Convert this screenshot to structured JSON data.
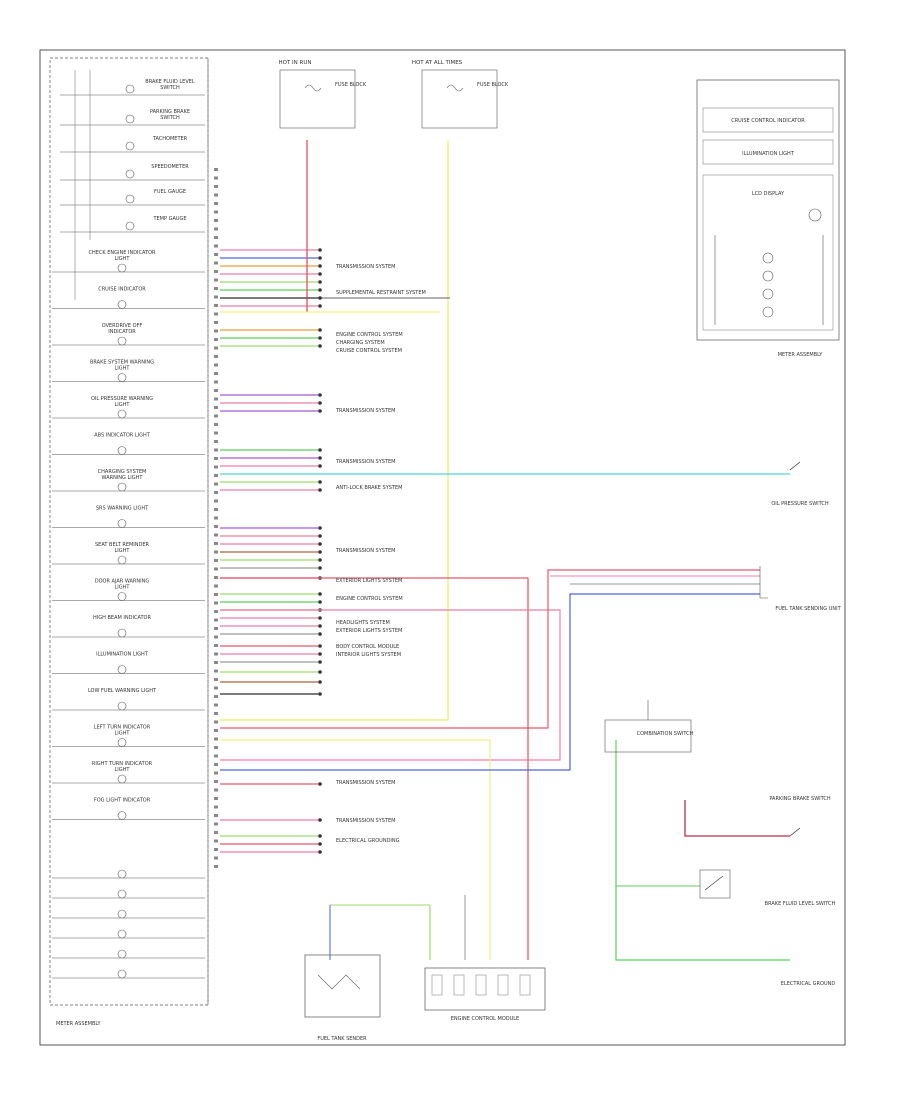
{
  "cluster_label": "METER ASSEMBLY",
  "top_left_items": [
    {
      "label": "BRAKE FLUID LEVEL SWITCH"
    },
    {
      "label": "PARKING BRAKE SWITCH"
    },
    {
      "label": "TACHOMETER"
    },
    {
      "label": "SPEEDOMETER"
    },
    {
      "label": "FUEL GAUGE"
    },
    {
      "label": "TEMP GAUGE"
    }
  ],
  "indicators": [
    {
      "label": "CHECK ENGINE INDICATOR LIGHT"
    },
    {
      "label": "CRUISE INDICATOR"
    },
    {
      "label": "OVERDRIVE OFF INDICATOR"
    },
    {
      "label": "BRAKE SYSTEM WARNING LIGHT"
    },
    {
      "label": "OIL PRESSURE WARNING LIGHT"
    },
    {
      "label": "ABS INDICATOR LIGHT"
    },
    {
      "label": "CHARGING SYSTEM WARNING LIGHT"
    },
    {
      "label": "SRS WARNING LIGHT"
    },
    {
      "label": "SEAT BELT REMINDER LIGHT"
    },
    {
      "label": "DOOR AJAR WARNING LIGHT"
    },
    {
      "label": "HIGH BEAM INDICATOR"
    },
    {
      "label": "ILLUMINATION LIGHT"
    },
    {
      "label": "LOW FUEL WARNING LIGHT"
    },
    {
      "label": "LEFT TURN INDICATOR LIGHT"
    },
    {
      "label": "RIGHT TURN INDICATOR LIGHT"
    },
    {
      "label": "FOG LIGHT INDICATOR"
    }
  ],
  "wire_groups": [
    {
      "label": "TRANSMISSION SYSTEM"
    },
    {
      "label": "SUPPLEMENTAL RESTRAINT SYSTEM"
    },
    {
      "label": "ENGINE CONTROL SYSTEM"
    },
    {
      "label": "CHARGING SYSTEM"
    },
    {
      "label": "CRUISE CONTROL SYSTEM"
    },
    {
      "label": "TRANSMISSION SYSTEM"
    },
    {
      "label": "TRANSMISSION SYSTEM"
    },
    {
      "label": "ANTI-LOCK BRAKE SYSTEM"
    },
    {
      "label": "TRANSMISSION SYSTEM"
    },
    {
      "label": "EXTERIOR LIGHTS SYSTEM"
    },
    {
      "label": "ENGINE CONTROL SYSTEM"
    },
    {
      "label": "HEADLIGHTS SYSTEM"
    },
    {
      "label": "EXTERIOR LIGHTS SYSTEM"
    },
    {
      "label": "BODY CONTROL MODULE"
    },
    {
      "label": "INTERIOR LIGHTS SYSTEM"
    },
    {
      "label": "TRANSMISSION SYSTEM"
    },
    {
      "label": "TRANSMISSION SYSTEM"
    },
    {
      "label": "ELECTRICAL GROUNDING"
    }
  ],
  "top_center_boxes": [
    {
      "title": "HOT IN RUN",
      "label": "FUSE BLOCK"
    },
    {
      "title": "HOT AT ALL TIMES",
      "label": "FUSE BLOCK"
    }
  ],
  "top_right_box": {
    "items": [
      {
        "label": "CRUISE CONTROL INDICATOR"
      },
      {
        "label": "ILLUMINATION LIGHT"
      },
      {
        "label": "LCD DISPLAY"
      }
    ],
    "label": "METER ASSEMBLY"
  },
  "right_components": [
    {
      "label": "OIL PRESSURE SWITCH"
    },
    {
      "label": "FUEL TANK SENDING UNIT"
    },
    {
      "label": "COMBINATION SWITCH"
    },
    {
      "label": "PARKING BRAKE SWITCH"
    },
    {
      "label": "BRAKE FLUID LEVEL SWITCH"
    },
    {
      "label": "ELECTRICAL GROUND"
    }
  ],
  "bottom_components": [
    {
      "label": "FUEL TANK SENDER"
    },
    {
      "label": "ENGINE CONTROL MODULE"
    }
  ],
  "wire_colors": {
    "red": "#e8596e",
    "pink": "#ef7fa0",
    "yellow": "#ecec62",
    "green": "#5bcf5b",
    "blue": "#4f63e0",
    "cyan": "#4fd6d6",
    "orange": "#ef9a3c",
    "violet": "#a35bd6",
    "lgreen": "#9edb6a",
    "gray": "#9a9a9a",
    "black": "#2b2b2b",
    "brown": "#a8663a",
    "dkred": "#b3334a"
  }
}
